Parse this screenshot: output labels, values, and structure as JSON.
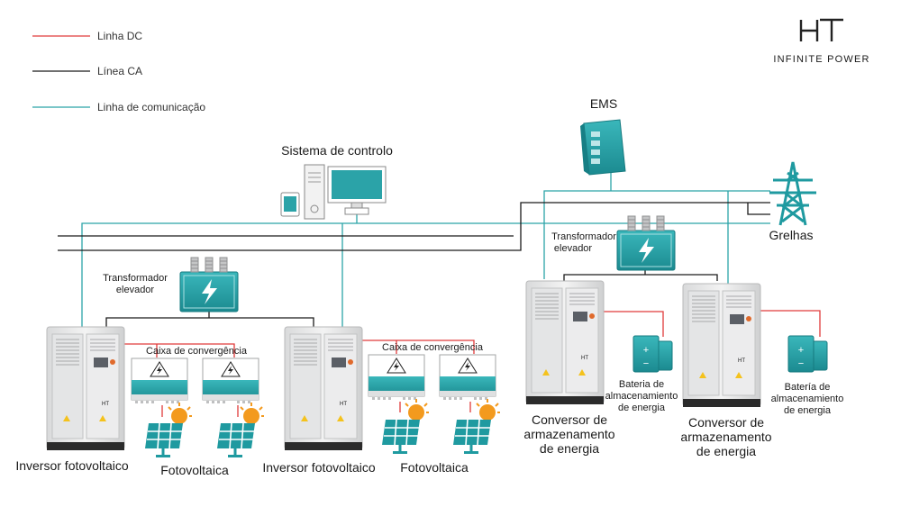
{
  "brand": {
    "logo_text": "HT",
    "tagline": "INFINITE POWER"
  },
  "legend": [
    {
      "label": "Linha DC",
      "color": "#e03a3a"
    },
    {
      "label": "Línea CA",
      "color": "#1a1a1a"
    },
    {
      "label": "Linha de comunicação",
      "color": "#2ba3a8"
    }
  ],
  "labels": {
    "ems": "EMS",
    "control_system": "Sistema de controlo",
    "grid": "Grelhas",
    "transformer_left_line1": "Transformador",
    "transformer_left_line2": "elevador",
    "transformer_right_line1": "Transformador",
    "transformer_right_line2": "elevador",
    "combiner_box_1": "Caixa de convergência",
    "combiner_box_2": "Caixa de convergência",
    "pv_inverter_1": "Inversor fotovoltaico",
    "pv_inverter_2": "Inversor fotovoltaico",
    "pv_1": "Fotovoltaica",
    "pv_2": "Fotovoltaica",
    "storage_converter_1_line1": "Conversor de",
    "storage_converter_1_line2": "armazenamento",
    "storage_converter_1_line3": "de energia",
    "storage_converter_2_line1": "Conversor de",
    "storage_converter_2_line2": "armazenamento",
    "storage_converter_2_line3": "de energia",
    "battery_1_line1": "Bateria de",
    "battery_1_line2": "almacenamiento",
    "battery_1_line3": "de energia",
    "battery_2_line1": "Batería de",
    "battery_2_line2": "almacenamiento",
    "battery_2_line3": "de energia",
    "cabinet_brand": "HT",
    "battery_plus": "+",
    "battery_minus": "−"
  },
  "colors": {
    "dc_line": "#e03a3a",
    "ac_line": "#1a1a1a",
    "comm_line": "#2ba3a8",
    "teal": "#1f9aa0",
    "sun": "#f39a1e"
  },
  "icons": [
    "lightning-bolt-icon",
    "solar-panel-icon",
    "sun-icon",
    "battery-icon",
    "transmission-tower-icon",
    "server-rack-icon",
    "computer-icon"
  ]
}
